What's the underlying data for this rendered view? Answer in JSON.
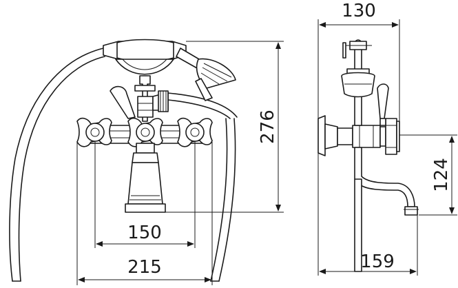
{
  "dimensions": {
    "top_width": "130",
    "height_total": "276",
    "spout_height": "124",
    "handle_spacing": "150",
    "overall_width": "215",
    "spout_reach": "159"
  }
}
